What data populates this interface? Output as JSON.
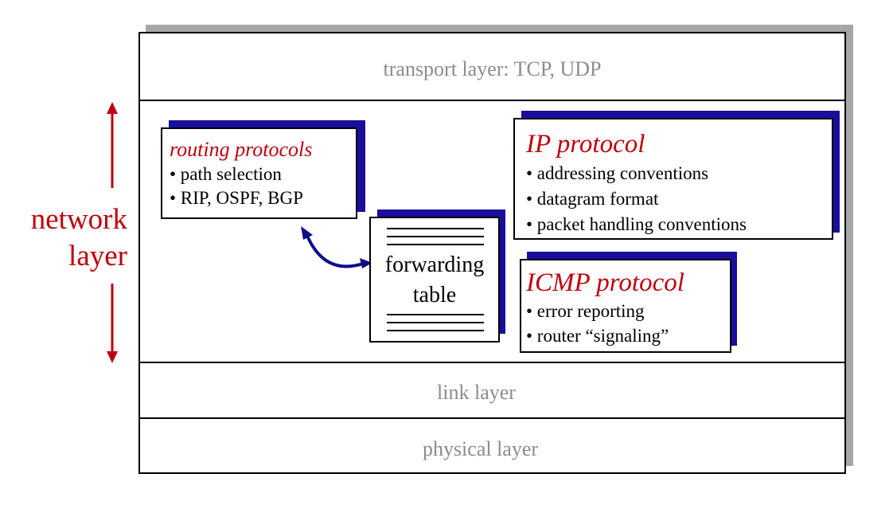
{
  "diagram": {
    "layers": {
      "transport": "transport layer: TCP, UDP",
      "link": "link layer",
      "physical": "physical layer"
    },
    "network_label": [
      "network",
      "layer"
    ],
    "routing": {
      "title": "routing protocols",
      "items": [
        "• path selection",
        "• RIP, OSPF, BGP"
      ]
    },
    "ip": {
      "title": "IP protocol",
      "items": [
        "• addressing conventions",
        "• datagram format",
        "• packet handling conventions"
      ]
    },
    "icmp": {
      "title": "ICMP protocol",
      "items": [
        "• error reporting",
        "• router “signaling”"
      ]
    },
    "forwarding": [
      "forwarding",
      "table"
    ],
    "colors": {
      "title_red": "#c0000c",
      "shadow_blue": "#1a0f9c",
      "arrow_blue": "#0d0d8a",
      "layer_gray": "#8c8c8c"
    }
  }
}
